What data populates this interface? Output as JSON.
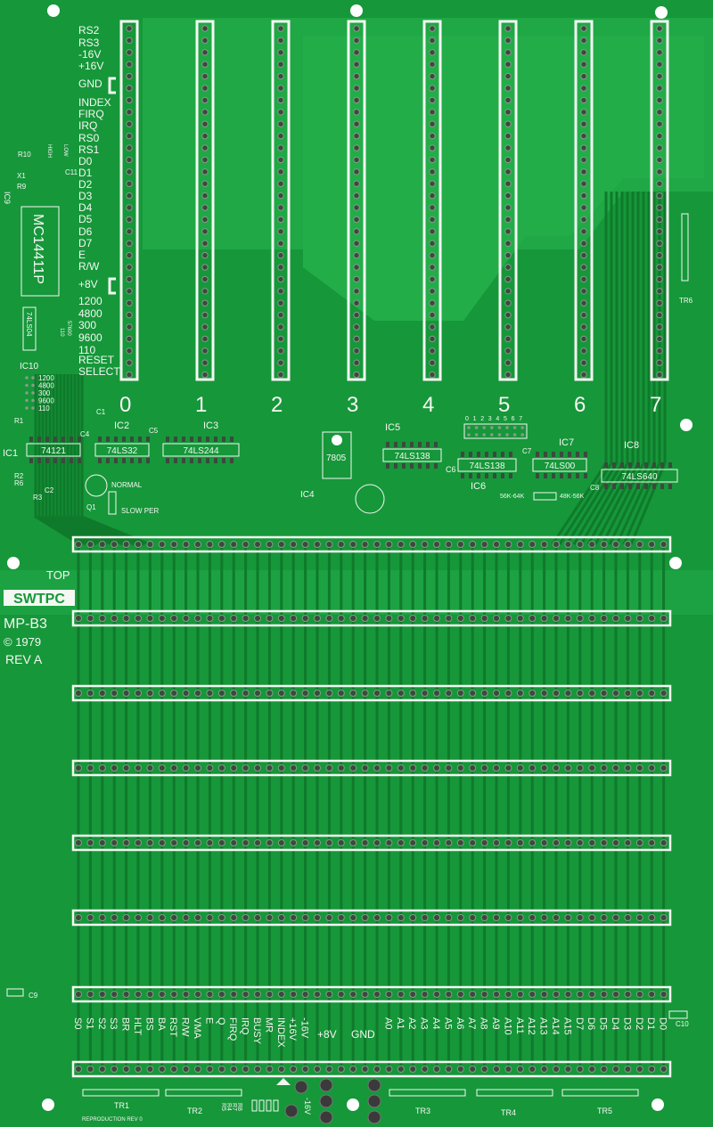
{
  "board": {
    "name": "MP-B3",
    "logo": "SWTPC",
    "copyright": "© 1979",
    "revision": "REV A",
    "side": "TOP",
    "reproduction": "REPRODUCTION REV 0",
    "colors": {
      "board": "#16973a",
      "trace": "#0f7a2b",
      "pour": "#1fa845",
      "silk": "#f4f8f2",
      "pad": "#3a4a3c"
    }
  },
  "slot_numbers": [
    "0",
    "1",
    "2",
    "3",
    "4",
    "5",
    "6",
    "7"
  ],
  "slot0_labels": [
    "RS2",
    "RS3",
    "-16V",
    "+16V",
    "GND",
    "INDEX",
    "FIRQ",
    "IRQ",
    "RS0",
    "RS1",
    "D0",
    "D1",
    "D2",
    "D3",
    "D4",
    "D5",
    "D6",
    "D7",
    "E",
    "R/W",
    "+8V",
    "1200",
    "4800",
    "300",
    "9600",
    "110",
    "RESET",
    "SELECT"
  ],
  "bus_labels": [
    "S0",
    "S1",
    "S2",
    "S3",
    "BR",
    "HLT",
    "BS",
    "BA",
    "RST",
    "R/W",
    "VMA",
    "E",
    "Q",
    "FIRQ",
    "IRQ",
    "BUSY",
    "MR",
    "INDEX",
    "+16V",
    "-16V",
    "+8V",
    "GND",
    "A0",
    "A1",
    "A2",
    "A3",
    "A4",
    "A5",
    "A6",
    "A7",
    "A8",
    "A9",
    "A10",
    "A11",
    "A12",
    "A13",
    "A14",
    "A15",
    "D7",
    "D6",
    "D5",
    "D4",
    "D3",
    "D2",
    "D1",
    "D0"
  ],
  "components": {
    "ic1": {
      "ref": "IC1",
      "part": "74121"
    },
    "ic2": {
      "ref": "IC2",
      "part": "74LS32"
    },
    "ic3": {
      "ref": "IC3",
      "part": "74LS244"
    },
    "ic4": {
      "ref": "IC4",
      "part": "7805"
    },
    "ic5": {
      "ref": "IC5",
      "part": "74LS138"
    },
    "ic6": {
      "ref": "IC6",
      "part": "74LS138"
    },
    "ic7": {
      "ref": "IC7",
      "part": "74LS00"
    },
    "ic8": {
      "ref": "IC8",
      "part": "74LS640"
    },
    "ic9": {
      "ref": "IC9",
      "part": "MC14411P"
    },
    "ic10": {
      "ref": "IC10",
      "part": "74LS04"
    },
    "caps": [
      "C1",
      "C2",
      "C4",
      "C5",
      "C6",
      "C7",
      "C8",
      "C9",
      "C10",
      "C11"
    ],
    "resistors": [
      "R1",
      "R2",
      "R3",
      "R6",
      "R9",
      "R10"
    ],
    "rpacks": [
      "R8",
      "R7",
      "R4",
      "R5"
    ],
    "misc": {
      "crystal": "X1",
      "transistor": "Q1",
      "high": "HIGH",
      "low": "LOW"
    },
    "terminators": [
      "TR1",
      "TR2",
      "TR3",
      "TR4",
      "TR5",
      "TR6"
    ]
  },
  "jumpers": {
    "baud_rates": [
      "1200",
      "4800",
      "300",
      "9600",
      "110"
    ],
    "baud_select": [
      "57600",
      "110"
    ],
    "speed": [
      "NORMAL",
      "SLOW PER"
    ],
    "address_select_header": [
      "0",
      "1",
      "2",
      "3",
      "4",
      "5",
      "6",
      "7"
    ],
    "address_range": [
      "56K-64K",
      "48K-56K"
    ],
    "power_label": "-16V"
  }
}
